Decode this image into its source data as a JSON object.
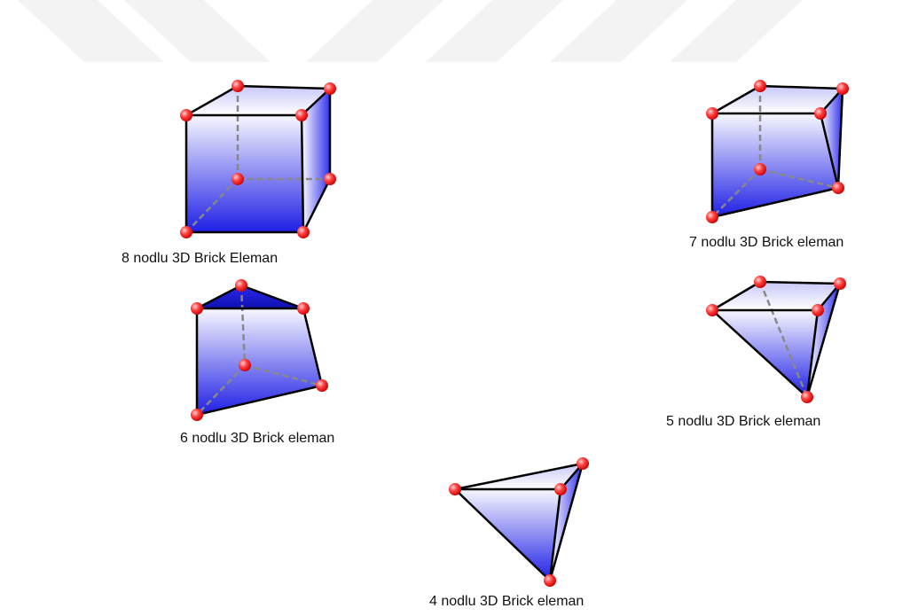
{
  "elements": [
    {
      "id": "e8",
      "nodes": 8,
      "label": "8 nodlu 3D Brick Eleman"
    },
    {
      "id": "e7",
      "nodes": 7,
      "label": "7 nodlu 3D Brick eleman"
    },
    {
      "id": "e6",
      "nodes": 6,
      "label": "6 nodlu 3D Brick eleman"
    },
    {
      "id": "e5",
      "nodes": 5,
      "label": "5 nodlu 3D Brick eleman"
    },
    {
      "id": "e4",
      "nodes": 4,
      "label": "4 nodlu 3D Brick eleman"
    }
  ],
  "colors": {
    "face_light": "#ffffff",
    "face_dark": "#1f1fe6",
    "node_fill": "#ff2a2a",
    "node_highlight": "#ffd0d0",
    "edge": "#000000",
    "hidden_edge": "#888888",
    "watermark": "#f3f3f3"
  }
}
